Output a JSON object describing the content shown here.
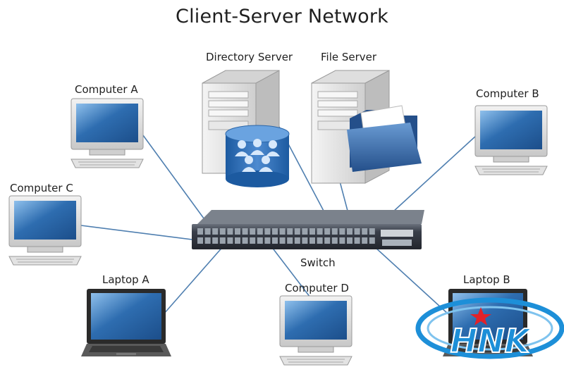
{
  "title": "Client-Server Network",
  "nodes": {
    "directory_server": "Directory Server",
    "file_server": "File Server",
    "computer_a": "Computer A",
    "computer_b": "Computer B",
    "computer_c": "Computer C",
    "computer_d": "Computer D",
    "laptop_a": "Laptop A",
    "laptop_b": "Laptop B",
    "switch": "Switch"
  },
  "watermark": {
    "text": "HNK"
  },
  "colors": {
    "link": "#4f7fb0",
    "screen": "#2e6db0",
    "screen_light": "#7fb1e0",
    "monitor_frame": "#dcdcdc",
    "tower": "#e6e6e6",
    "switch_body": "#3a3f4a",
    "watermark_blue": "#1d8fd8",
    "watermark_red": "#e2222a"
  }
}
